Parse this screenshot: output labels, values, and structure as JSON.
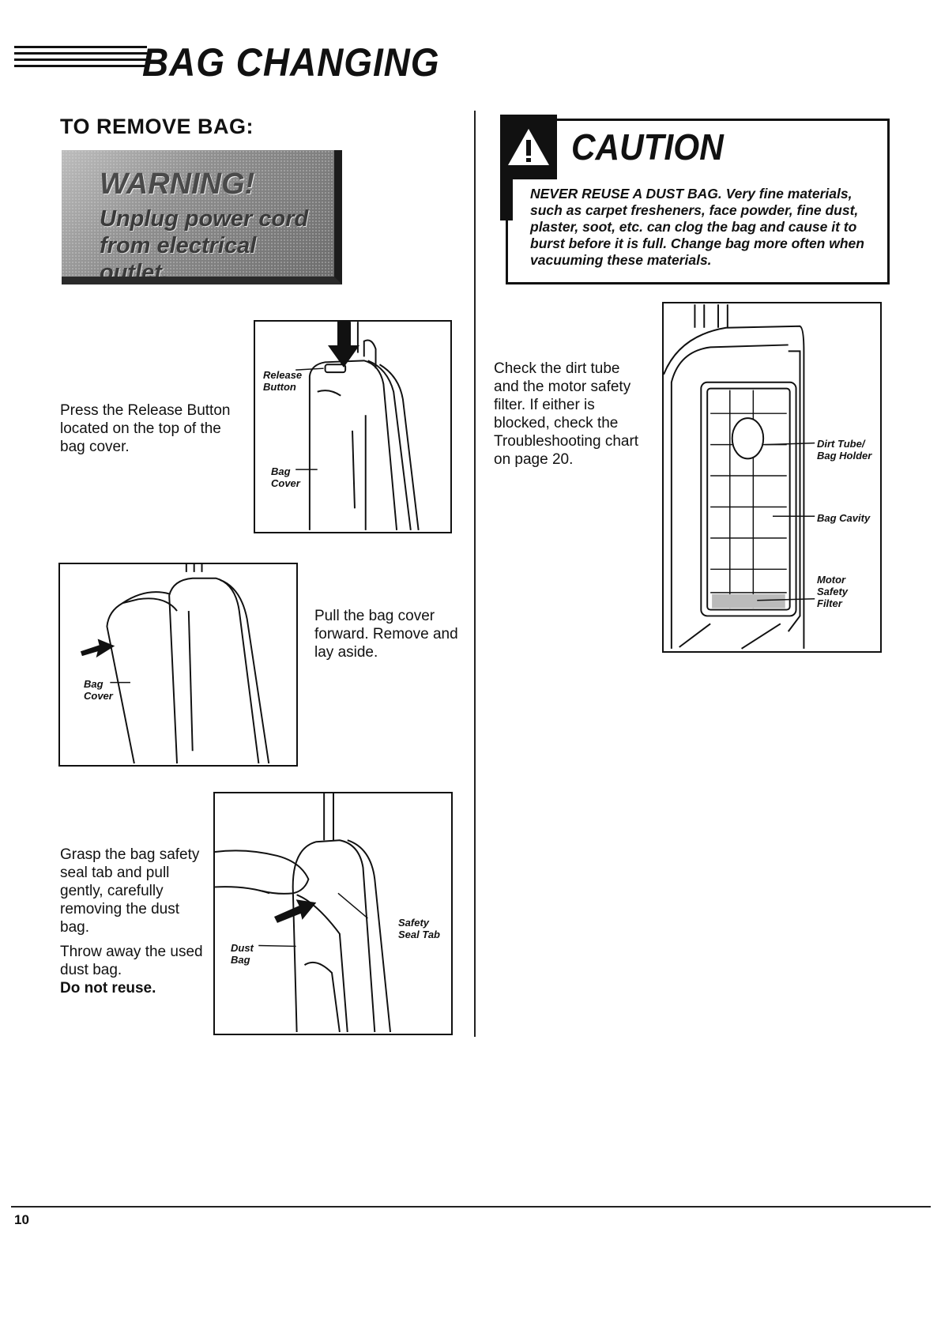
{
  "header": {
    "title": "BAG CHANGING",
    "subtitle": "TO REMOVE BAG:"
  },
  "warning": {
    "title": "WARNING!",
    "text": "Unplug power cord from electrical outlet."
  },
  "steps": {
    "release": "Press the Release Button located on the top of the bag cover.",
    "pull": "Pull the bag cover forward. Remove and lay aside.",
    "grasp": "Grasp the bag safety seal tab and pull gently, carefully removing the dust bag.",
    "throw": "Throw away the used dust bag.",
    "no_reuse": "Do not reuse.",
    "check": "Check the dirt tube and the motor safety filter. If either is blocked, check the Troubleshooting chart on page 20."
  },
  "labels": {
    "release_button": "Release\nButton",
    "bag_cover_1": "Bag\nCover",
    "bag_cover_2": "Bag\nCover",
    "dust_bag": "Dust\nBag",
    "safety_seal_tab": "Safety\nSeal Tab",
    "dirt_tube": "Dirt Tube/\nBag Holder",
    "bag_cavity": "Bag Cavity",
    "motor_filter": "Motor\nSafety\nFilter"
  },
  "caution": {
    "title": "CAUTION",
    "text": "NEVER REUSE A DUST BAG. Very fine materials, such as carpet fresheners, face powder, fine dust, plaster, soot, etc. can clog the bag and cause it to burst before it is full. Change bag more often when vacuuming these materials."
  },
  "footer": {
    "page_number": "10"
  },
  "icons": {
    "warning_triangle": "warning-triangle-icon",
    "down_arrow": "down-arrow-icon"
  }
}
